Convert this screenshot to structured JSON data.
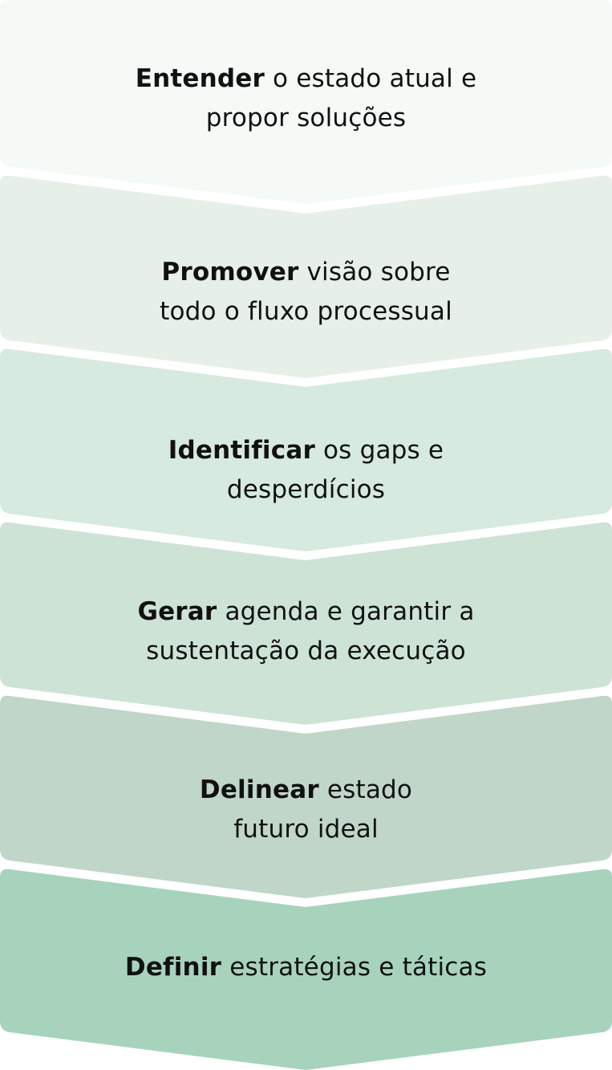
{
  "steps": [
    {
      "keyword": "Entender",
      "rest_line1": " o estado atual e",
      "line2": "propor soluções",
      "color": "#F5FAF6"
    },
    {
      "keyword": "Promover",
      "rest_line1": " visão sobre",
      "line2": "todo o fluxo processual",
      "color": "#E6EFE8"
    },
    {
      "keyword": "Identificar",
      "rest_line1": " os gaps e",
      "line2": "desperdícios",
      "color": "#D6EADF"
    },
    {
      "keyword": "Gerar",
      "rest_line1": " agenda e garantir a",
      "line2": "sustentação da execução",
      "color": "#CDE3D6"
    },
    {
      "keyword": "Delinear",
      "rest_line1": " estado",
      "line2": "futuro ideal",
      "color": "#C0D6C8"
    },
    {
      "keyword": "Definir",
      "rest_line1": " estratégias e táticas",
      "line2": "",
      "color": "#A7D3BD"
    }
  ]
}
